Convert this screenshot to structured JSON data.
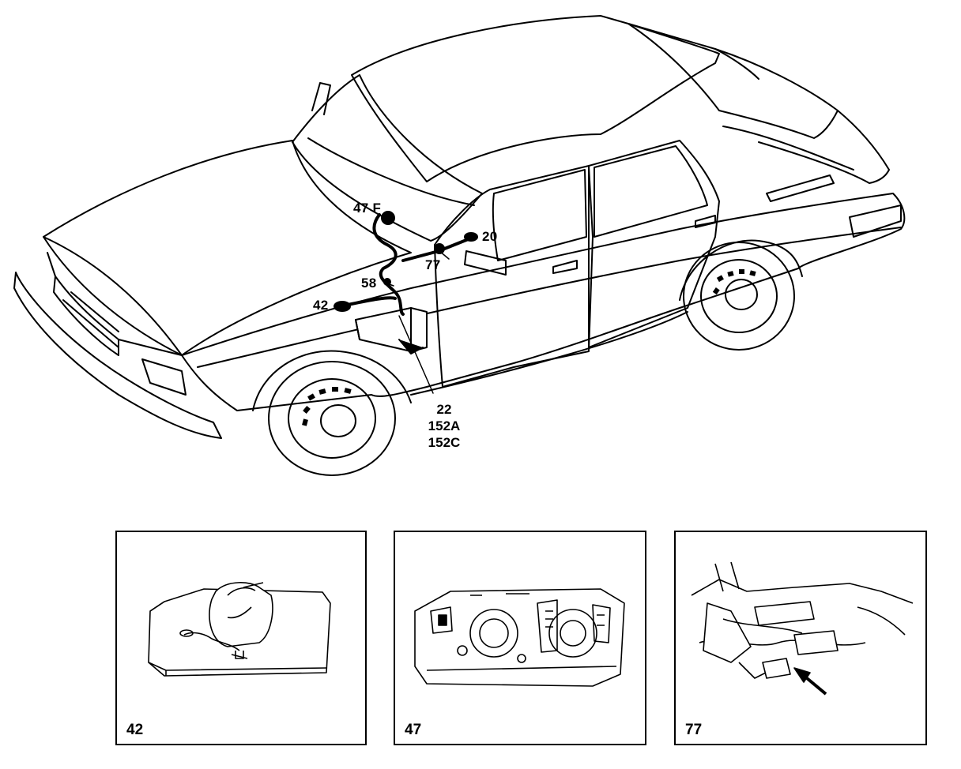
{
  "callouts": {
    "c47F": "47 F",
    "c20": "20",
    "c77": "77",
    "c58": "58",
    "c42": "42",
    "stack": [
      "22",
      "152A",
      "152C"
    ]
  },
  "panels": [
    {
      "label": "42"
    },
    {
      "label": "47"
    },
    {
      "label": "77"
    }
  ]
}
